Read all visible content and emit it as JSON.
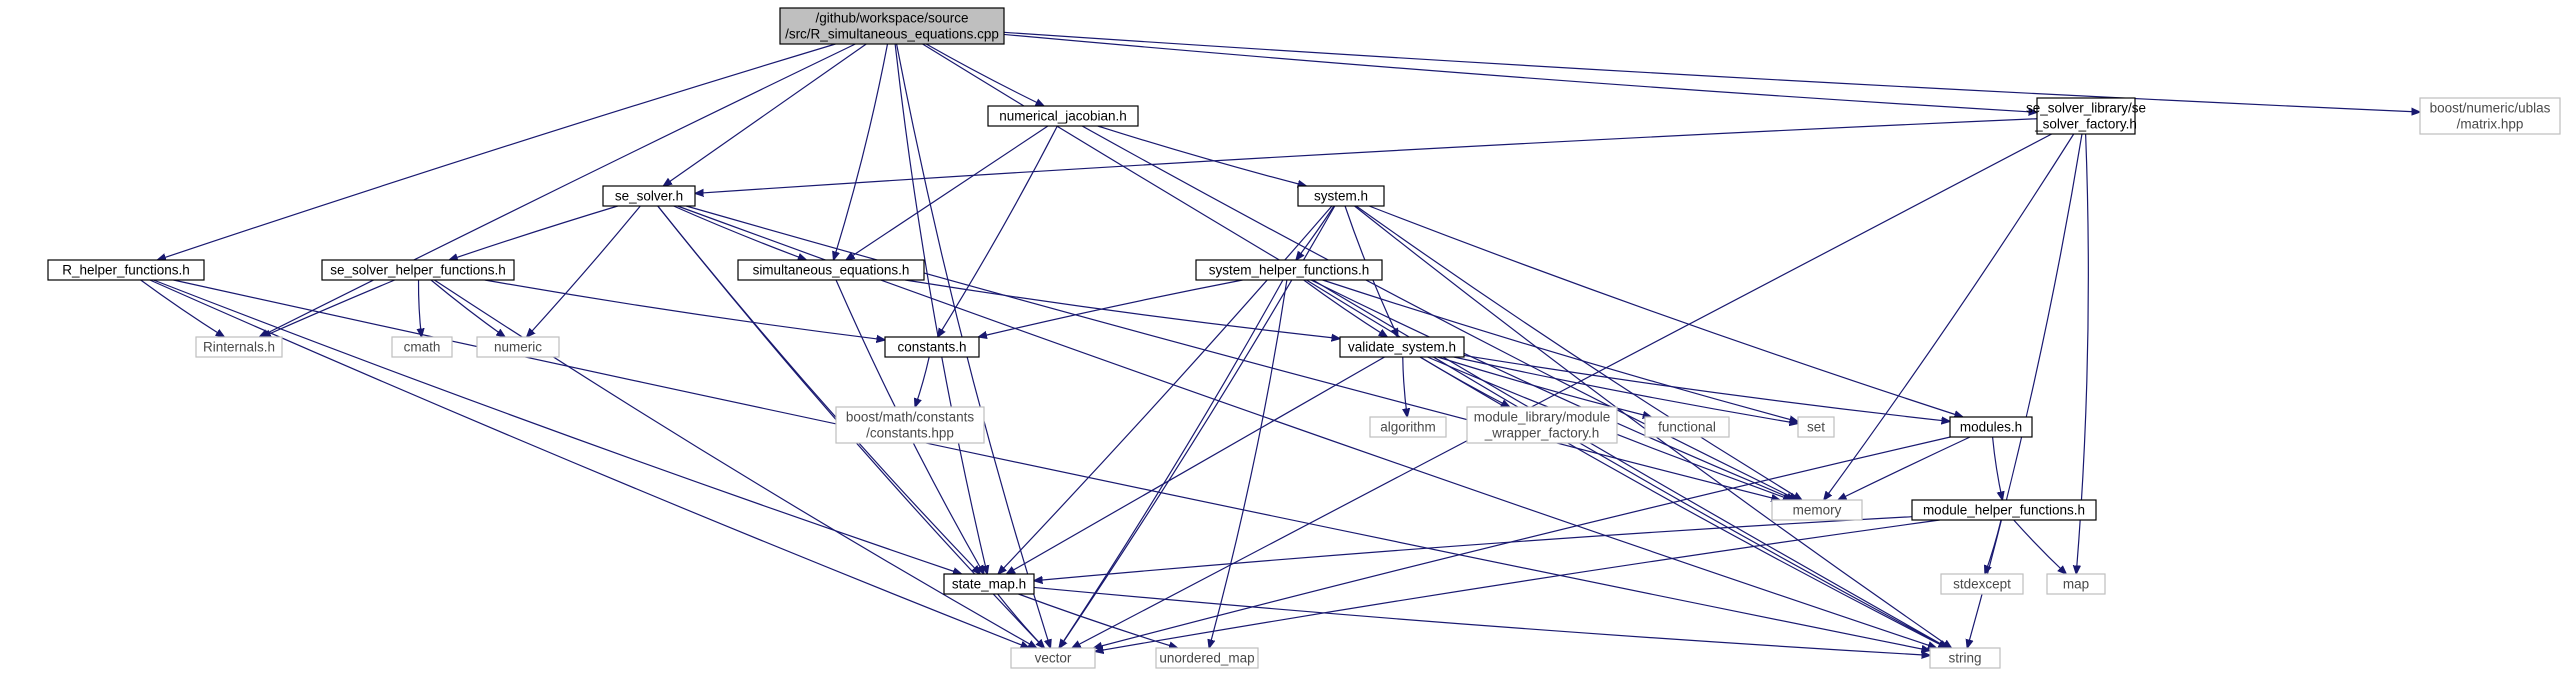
{
  "colors": {
    "edge": "#191970",
    "root_fill": "#bfbfbf",
    "node_border": "#000000",
    "external_border": "#bfbfbf",
    "external_text": "#4a4a4a"
  },
  "nodes": {
    "root": {
      "lines": [
        "/github/workspace/source",
        "/src/R_simultaneous_equations.cpp"
      ],
      "kind": "root"
    },
    "numerical_jacobian": {
      "lines": [
        "numerical_jacobian.h"
      ],
      "kind": "internal"
    },
    "se_solver_factory": {
      "lines": [
        "se_solver_library/se",
        "_solver_factory.h"
      ],
      "kind": "internal"
    },
    "ublas_matrix": {
      "lines": [
        "boost/numeric/ublas",
        "/matrix.hpp"
      ],
      "kind": "external"
    },
    "se_solver": {
      "lines": [
        "se_solver.h"
      ],
      "kind": "internal"
    },
    "system": {
      "lines": [
        "system.h"
      ],
      "kind": "internal"
    },
    "R_helper_functions": {
      "lines": [
        "R_helper_functions.h"
      ],
      "kind": "internal"
    },
    "se_solver_helper_functions": {
      "lines": [
        "se_solver_helper_functions.h"
      ],
      "kind": "internal"
    },
    "simultaneous_equations": {
      "lines": [
        "simultaneous_equations.h"
      ],
      "kind": "internal"
    },
    "system_helper_functions": {
      "lines": [
        "system_helper_functions.h"
      ],
      "kind": "internal"
    },
    "Rinternals": {
      "lines": [
        "Rinternals.h"
      ],
      "kind": "external"
    },
    "cmath": {
      "lines": [
        "cmath"
      ],
      "kind": "external"
    },
    "numeric": {
      "lines": [
        "numeric"
      ],
      "kind": "external"
    },
    "constants": {
      "lines": [
        "constants.h"
      ],
      "kind": "internal"
    },
    "validate_system": {
      "lines": [
        "validate_system.h"
      ],
      "kind": "internal"
    },
    "boost_constants": {
      "lines": [
        "boost/math/constants",
        "/constants.hpp"
      ],
      "kind": "external"
    },
    "algorithm": {
      "lines": [
        "algorithm"
      ],
      "kind": "external"
    },
    "module_wrapper_factory": {
      "lines": [
        "module_library/module",
        "_wrapper_factory.h"
      ],
      "kind": "external"
    },
    "functional": {
      "lines": [
        "functional"
      ],
      "kind": "external"
    },
    "set": {
      "lines": [
        "set"
      ],
      "kind": "external"
    },
    "modules": {
      "lines": [
        "modules.h"
      ],
      "kind": "internal"
    },
    "memory": {
      "lines": [
        "memory"
      ],
      "kind": "external"
    },
    "module_helper_functions": {
      "lines": [
        "module_helper_functions.h"
      ],
      "kind": "internal"
    },
    "stdexcept": {
      "lines": [
        "stdexcept"
      ],
      "kind": "external"
    },
    "map": {
      "lines": [
        "map"
      ],
      "kind": "external"
    },
    "state_map": {
      "lines": [
        "state_map.h"
      ],
      "kind": "internal"
    },
    "vector": {
      "lines": [
        "vector"
      ],
      "kind": "external"
    },
    "unordered_map": {
      "lines": [
        "unordered_map"
      ],
      "kind": "external"
    },
    "string": {
      "lines": [
        "string"
      ],
      "kind": "external"
    }
  },
  "edges": [
    [
      "root",
      "numerical_jacobian"
    ],
    [
      "root",
      "se_solver_factory"
    ],
    [
      "root",
      "ublas_matrix"
    ],
    [
      "root",
      "se_solver"
    ],
    [
      "root",
      "R_helper_functions"
    ],
    [
      "root",
      "Rinternals"
    ],
    [
      "root",
      "simultaneous_equations"
    ],
    [
      "root",
      "state_map"
    ],
    [
      "root",
      "vector"
    ],
    [
      "root",
      "string"
    ],
    [
      "numerical_jacobian",
      "system"
    ],
    [
      "numerical_jacobian",
      "simultaneous_equations"
    ],
    [
      "numerical_jacobian",
      "constants"
    ],
    [
      "numerical_jacobian",
      "memory"
    ],
    [
      "se_solver_factory",
      "se_solver"
    ],
    [
      "se_solver_factory",
      "memory"
    ],
    [
      "se_solver_factory",
      "map"
    ],
    [
      "se_solver_factory",
      "vector"
    ],
    [
      "se_solver_factory",
      "string"
    ],
    [
      "se_solver",
      "se_solver_helper_functions"
    ],
    [
      "se_solver",
      "simultaneous_equations"
    ],
    [
      "se_solver",
      "numeric"
    ],
    [
      "se_solver",
      "memory"
    ],
    [
      "se_solver",
      "state_map"
    ],
    [
      "se_solver",
      "vector"
    ],
    [
      "se_solver",
      "string"
    ],
    [
      "system",
      "system_helper_functions"
    ],
    [
      "system",
      "validate_system"
    ],
    [
      "system",
      "modules"
    ],
    [
      "system",
      "memory"
    ],
    [
      "system",
      "state_map"
    ],
    [
      "system",
      "vector"
    ],
    [
      "system",
      "string"
    ],
    [
      "R_helper_functions",
      "Rinternals"
    ],
    [
      "R_helper_functions",
      "state_map"
    ],
    [
      "R_helper_functions",
      "vector"
    ],
    [
      "R_helper_functions",
      "string"
    ],
    [
      "se_solver_helper_functions",
      "Rinternals"
    ],
    [
      "se_solver_helper_functions",
      "cmath"
    ],
    [
      "se_solver_helper_functions",
      "numeric"
    ],
    [
      "se_solver_helper_functions",
      "constants"
    ],
    [
      "se_solver_helper_functions",
      "vector"
    ],
    [
      "simultaneous_equations",
      "validate_system"
    ],
    [
      "simultaneous_equations",
      "state_map"
    ],
    [
      "system_helper_functions",
      "constants"
    ],
    [
      "system_helper_functions",
      "validate_system"
    ],
    [
      "system_helper_functions",
      "set"
    ],
    [
      "system_helper_functions",
      "memory"
    ],
    [
      "system_helper_functions",
      "unordered_map"
    ],
    [
      "system_helper_functions",
      "vector"
    ],
    [
      "system_helper_functions",
      "string"
    ],
    [
      "constants",
      "boost_constants"
    ],
    [
      "validate_system",
      "algorithm"
    ],
    [
      "validate_system",
      "module_wrapper_factory"
    ],
    [
      "validate_system",
      "functional"
    ],
    [
      "validate_system",
      "set"
    ],
    [
      "validate_system",
      "modules"
    ],
    [
      "validate_system",
      "memory"
    ],
    [
      "validate_system",
      "state_map"
    ],
    [
      "validate_system",
      "string"
    ],
    [
      "modules",
      "module_helper_functions"
    ],
    [
      "modules",
      "memory"
    ],
    [
      "modules",
      "vector"
    ],
    [
      "module_helper_functions",
      "stdexcept"
    ],
    [
      "module_helper_functions",
      "map"
    ],
    [
      "module_helper_functions",
      "state_map"
    ],
    [
      "module_helper_functions",
      "vector"
    ],
    [
      "state_map",
      "vector"
    ],
    [
      "state_map",
      "unordered_map"
    ],
    [
      "state_map",
      "string"
    ]
  ]
}
